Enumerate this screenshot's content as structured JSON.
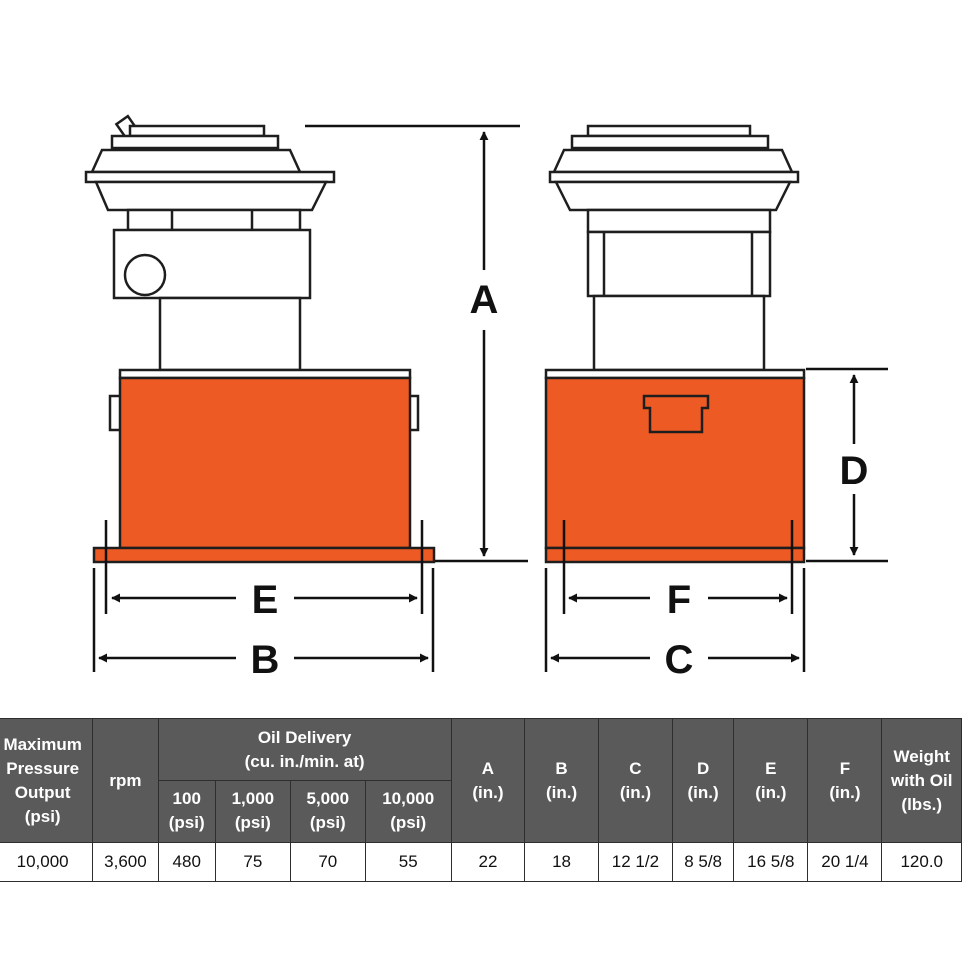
{
  "diagram": {
    "colors": {
      "tank": "#ee5a24",
      "outline": "#1e1e1e",
      "dimension": "#111111",
      "header_bg": "#5a5a5a"
    },
    "labels": {
      "A": "A",
      "B": "B",
      "C": "C",
      "D": "D",
      "E": "E",
      "F": "F"
    }
  },
  "table": {
    "headers": {
      "max_pressure": [
        "Maximum",
        "Pressure",
        "Output",
        "(psi)"
      ],
      "rpm": "rpm",
      "oil_delivery": [
        "Oil Delivery",
        "(cu. in./min. at)"
      ],
      "oil_sub": [
        [
          "100",
          "(psi)"
        ],
        [
          "1,000",
          "(psi)"
        ],
        [
          "5,000",
          "(psi)"
        ],
        [
          "10,000",
          "(psi)"
        ]
      ],
      "dims": [
        [
          "A",
          "(in.)"
        ],
        [
          "B",
          "(in.)"
        ],
        [
          "C",
          "(in.)"
        ],
        [
          "D",
          "(in.)"
        ],
        [
          "E",
          "(in.)"
        ],
        [
          "F",
          "(in.)"
        ]
      ],
      "weight": [
        "Weight",
        "with Oil",
        "(lbs.)"
      ]
    },
    "row": [
      "10,000",
      "3,600",
      "480",
      "75",
      "70",
      "55",
      "22",
      "18",
      "12 1/2",
      "8 5/8",
      "16 5/8",
      "20 1/4",
      "120.0"
    ]
  }
}
